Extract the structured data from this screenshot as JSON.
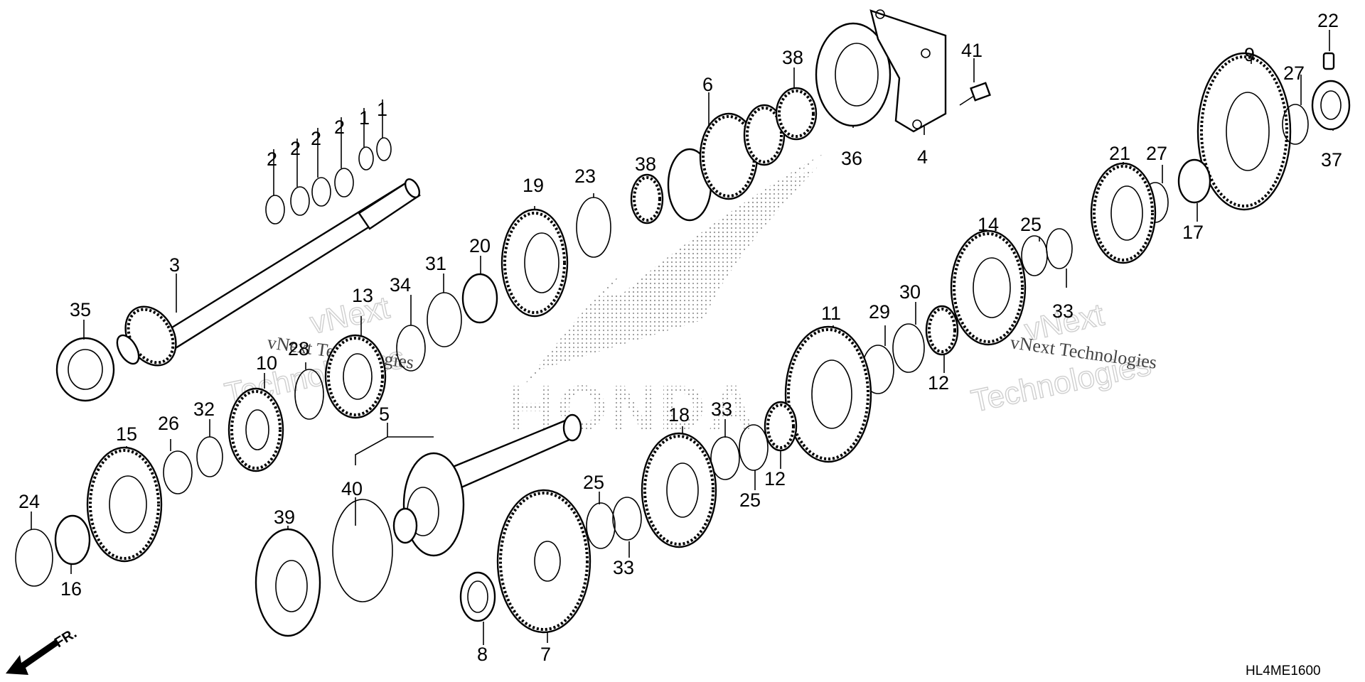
{
  "diagram": {
    "code": "HL4ME1600",
    "direction_label": "FR.",
    "watermark": [
      "vNext",
      "Technologies",
      "vNext Technologies"
    ],
    "brand_mark": "HONDA",
    "labels": [
      {
        "id": "l1a",
        "text": "1"
      },
      {
        "id": "l1b",
        "text": "1"
      },
      {
        "id": "l2a",
        "text": "2"
      },
      {
        "id": "l2b",
        "text": "2"
      },
      {
        "id": "l2c",
        "text": "2"
      },
      {
        "id": "l2d",
        "text": "2"
      },
      {
        "id": "l3",
        "text": "3"
      },
      {
        "id": "l4",
        "text": "4"
      },
      {
        "id": "l5",
        "text": "5"
      },
      {
        "id": "l6",
        "text": "6"
      },
      {
        "id": "l7",
        "text": "7"
      },
      {
        "id": "l8",
        "text": "8"
      },
      {
        "id": "l9",
        "text": "9"
      },
      {
        "id": "l10",
        "text": "10"
      },
      {
        "id": "l11",
        "text": "11"
      },
      {
        "id": "l12a",
        "text": "12"
      },
      {
        "id": "l12b",
        "text": "12"
      },
      {
        "id": "l13",
        "text": "13"
      },
      {
        "id": "l14",
        "text": "14"
      },
      {
        "id": "l15",
        "text": "15"
      },
      {
        "id": "l16",
        "text": "16"
      },
      {
        "id": "l17",
        "text": "17"
      },
      {
        "id": "l18",
        "text": "18"
      },
      {
        "id": "l19",
        "text": "19"
      },
      {
        "id": "l20",
        "text": "20"
      },
      {
        "id": "l21",
        "text": "21"
      },
      {
        "id": "l22",
        "text": "22"
      },
      {
        "id": "l23",
        "text": "23"
      },
      {
        "id": "l24",
        "text": "24"
      },
      {
        "id": "l25a",
        "text": "25"
      },
      {
        "id": "l25b",
        "text": "25"
      },
      {
        "id": "l25c",
        "text": "25"
      },
      {
        "id": "l26",
        "text": "26"
      },
      {
        "id": "l27a",
        "text": "27"
      },
      {
        "id": "l27b",
        "text": "27"
      },
      {
        "id": "l28",
        "text": "28"
      },
      {
        "id": "l29",
        "text": "29"
      },
      {
        "id": "l30",
        "text": "30"
      },
      {
        "id": "l31",
        "text": "31"
      },
      {
        "id": "l32",
        "text": "32"
      },
      {
        "id": "l33a",
        "text": "33"
      },
      {
        "id": "l33b",
        "text": "33"
      },
      {
        "id": "l33c",
        "text": "33"
      },
      {
        "id": "l34",
        "text": "34"
      },
      {
        "id": "l35",
        "text": "35"
      },
      {
        "id": "l36",
        "text": "36"
      },
      {
        "id": "l37",
        "text": "37"
      },
      {
        "id": "l38a",
        "text": "38"
      },
      {
        "id": "l38b",
        "text": "38"
      },
      {
        "id": "l39",
        "text": "39"
      },
      {
        "id": "l40",
        "text": "40"
      },
      {
        "id": "l41",
        "text": "41"
      }
    ]
  }
}
